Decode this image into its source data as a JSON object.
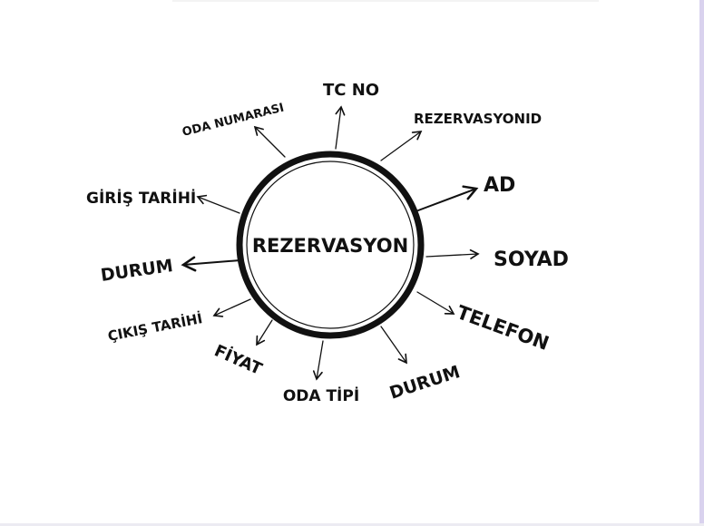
{
  "diagram": {
    "center": "REZERVASYON",
    "attributes": [
      "TC NO",
      "REZERVASYONID",
      "AD",
      "SOYAD",
      "TELEFON",
      "DURUM",
      "ODA TİPİ",
      "FİYAT",
      "ÇIKIŞ TARİHİ",
      "DURUM",
      "GİRİŞ TARİHİ",
      "ODA NUMARASI"
    ]
  },
  "colors": {
    "ink": "#111111",
    "background": "#ffffff",
    "page_edge": "#d9d2ee"
  }
}
